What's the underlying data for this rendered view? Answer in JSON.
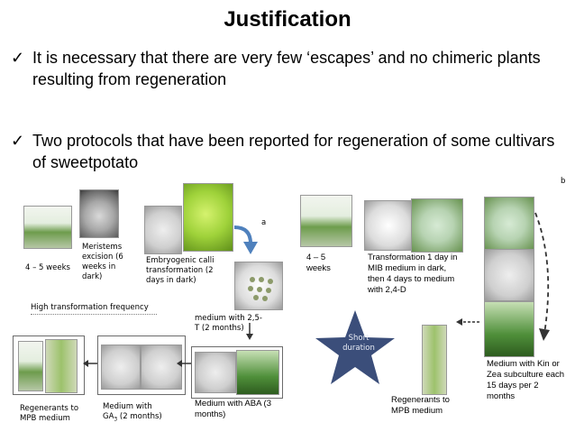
{
  "title": "Justification",
  "bullets": [
    "It is necessary that there are very few ‘escapes’  and no chimeric plants resulting from regeneration",
    "Two protocols that have been reported for regeneration of some cultivars of sweetpotato"
  ],
  "panel_a": {
    "letter": "a",
    "captions": {
      "weeks": "4 – 5 weeks",
      "meristems": "Meristems excision (6 weeks in dark)",
      "embryogenic": "Embryogenic calli transformation (2 days in dark)",
      "high_freq": "High transformation frequency",
      "medium_25t": "medium with 2,5-T (2 months)",
      "aba": "Medium with ABA (3 months)",
      "ga3_line1": "Medium with",
      "ga3_ga": "GA",
      "ga3_sub": "3",
      "ga3_rest": " (2 months)",
      "regenerants": "Regenerants to MPB medium"
    }
  },
  "panel_b": {
    "letter": "b",
    "captions": {
      "weeks": "4 – 5 weeks",
      "transformation": "Transformation 1 day in MIB medium in dark, then 4 days to medium with 2,4-D",
      "short_duration": "Short duration",
      "kin_zea": "Medium with Kin or Zea subculture each 15 days per 2 months",
      "regenerants": "Regenerants to MPB medium"
    }
  },
  "colors": {
    "arrow_blue": "#4f81bd",
    "star_navy": "#3b4e7a",
    "dotted_gray": "#7f7f7f"
  },
  "icons": [
    "check-icon",
    "arrow-icon",
    "star-icon"
  ]
}
